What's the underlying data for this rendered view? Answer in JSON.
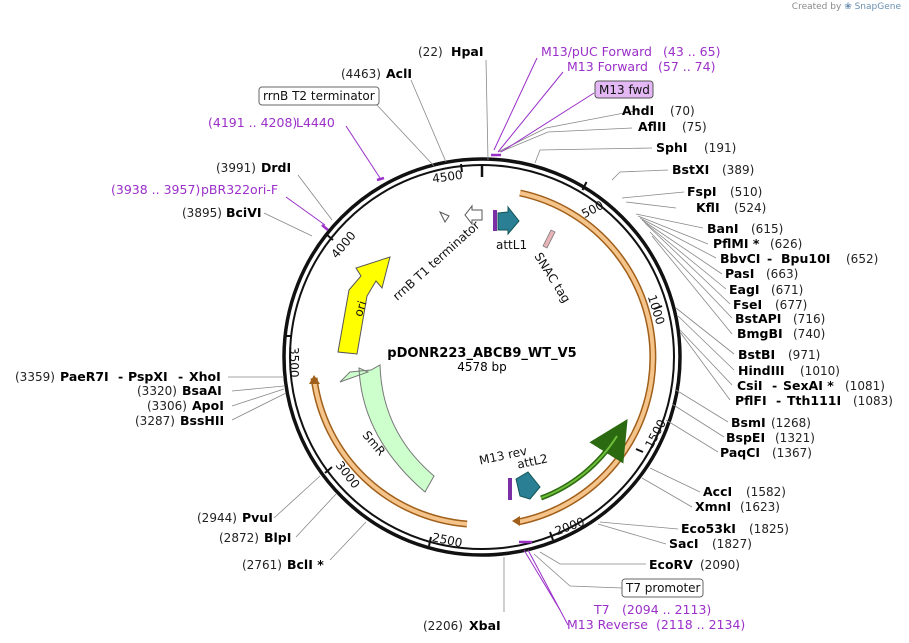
{
  "credit": {
    "created_by": "Created by",
    "brand": "SnapGene"
  },
  "plasmid": {
    "name": "pDONR223_ABCB9_WT_V5",
    "length": "4578 bp"
  },
  "ruler_ticks": [
    "500",
    "1000",
    "1500",
    "2000",
    "2500",
    "3000",
    "3500",
    "4000",
    "4500"
  ],
  "feature_labels": {
    "attL1": "attL1",
    "snac": "SNAC tag",
    "rrnb_t1": "rrnB T1 terminator",
    "ori": "ori",
    "smr": "SmR",
    "m13rev": "M13 rev",
    "attL2": "attL2"
  },
  "boxed_labels": {
    "rrnb_t2": "rrnB T2 terminator",
    "m13fwd": "M13 fwd",
    "t7promoter": "T7 promoter"
  },
  "sites_right": [
    {
      "name": "HpaI",
      "pos": "(22)"
    },
    {
      "name": "AhdI",
      "pos": "(70)"
    },
    {
      "name": "AflII",
      "pos": "(75)"
    },
    {
      "name": "SphI",
      "pos": "(191)"
    },
    {
      "name": "BstXI",
      "pos": "(389)"
    },
    {
      "name": "FspI",
      "pos": "(510)"
    },
    {
      "name": "KflI",
      "pos": "(524)"
    },
    {
      "name": "BanI",
      "pos": "(615)"
    },
    {
      "name": "PflMI *",
      "pos": "(626)"
    },
    {
      "name": "BbvCI",
      "name2": "Bpu10I",
      "pos": "(652)"
    },
    {
      "name": "PasI",
      "pos": "(663)"
    },
    {
      "name": "EagI",
      "pos": "(671)"
    },
    {
      "name": "FseI",
      "pos": "(677)"
    },
    {
      "name": "BstAPI",
      "pos": "(716)"
    },
    {
      "name": "BmgBI",
      "pos": "(740)"
    },
    {
      "name": "BstBI",
      "pos": "(971)"
    },
    {
      "name": "HindIII",
      "pos": "(1010)"
    },
    {
      "name": "CsiI",
      "name2": "SexAI *",
      "pos": "(1081)"
    },
    {
      "name": "PflFI",
      "name2": "Tth111I",
      "pos": "(1083)"
    },
    {
      "name": "BsmI",
      "pos": "(1268)"
    },
    {
      "name": "BspEI",
      "pos": "(1321)"
    },
    {
      "name": "PaqCI",
      "pos": "(1367)"
    },
    {
      "name": "AccI",
      "pos": "(1582)"
    },
    {
      "name": "XmnI",
      "pos": "(1623)"
    },
    {
      "name": "Eco53kI",
      "pos": "(1825)"
    },
    {
      "name": "SacI",
      "pos": "(1827)"
    },
    {
      "name": "EcoRV",
      "pos": "(2090)"
    }
  ],
  "sites_left": [
    {
      "name": "AclI",
      "pos": "(4463)"
    },
    {
      "name": "DrdI",
      "pos": "(3991)"
    },
    {
      "name": "BciVI",
      "pos": "(3895)"
    },
    {
      "name": "PaeR7I",
      "name2": "PspXI",
      "name3": "XhoI",
      "pos": "(3359)"
    },
    {
      "name": "BsaAI",
      "pos": "(3320)"
    },
    {
      "name": "ApoI",
      "pos": "(3306)"
    },
    {
      "name": "BssHII",
      "pos": "(3287)"
    },
    {
      "name": "PvuI",
      "pos": "(2944)"
    },
    {
      "name": "BlpI",
      "pos": "(2872)"
    },
    {
      "name": "BclI *",
      "pos": "(2761)"
    },
    {
      "name": "XbaI",
      "pos": "(2206)"
    }
  ],
  "primers": [
    {
      "name": "M13/pUC Forward",
      "range": "(43 .. 65)"
    },
    {
      "name": "M13 Forward",
      "range": "(57 .. 74)"
    },
    {
      "name": "L4440",
      "range": "(4191 .. 4208)"
    },
    {
      "name": "pBR322ori-F",
      "range": "(3938 .. 3957)"
    },
    {
      "name": "T7",
      "range": "(2094 .. 2113)"
    },
    {
      "name": "M13 Reverse",
      "range": "(2118 .. 2134)"
    }
  ],
  "colors": {
    "backbone": "#111111",
    "primer": "#9b30c9",
    "ori": "#ffff00",
    "smr": "#ccffcc",
    "att": "#2a7f95",
    "orf": "#f5c48a",
    "orf_edge": "#a05f1a",
    "v5": "#4f9a1a",
    "boxed_fill": "#e3b8f5",
    "site_line": "#888888"
  }
}
